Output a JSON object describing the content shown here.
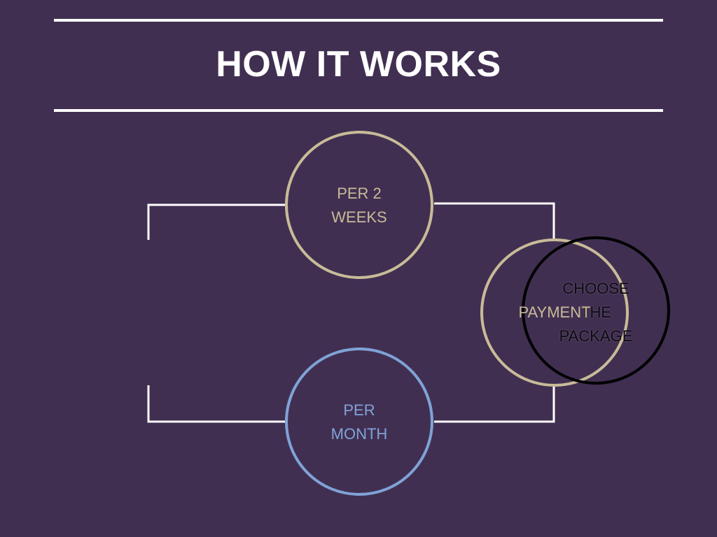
{
  "title": "HOW IT WORKS",
  "colors": {
    "background": "#412f52",
    "rule": "#ffffff",
    "connector": "#ffffff",
    "tan": "#c8bb98",
    "blue": "#7fa3d6",
    "black": "#000000"
  },
  "nodes": {
    "per_2_weeks": {
      "line1": "PER 2",
      "line2": "WEEKS"
    },
    "per_month": {
      "line1": "PER",
      "line2": "MONTH"
    },
    "payment": {
      "label": "PAYMENT"
    },
    "choose_package": {
      "line1": "CHOOSE",
      "line2": "THE",
      "line3": "PACKAGE"
    }
  }
}
